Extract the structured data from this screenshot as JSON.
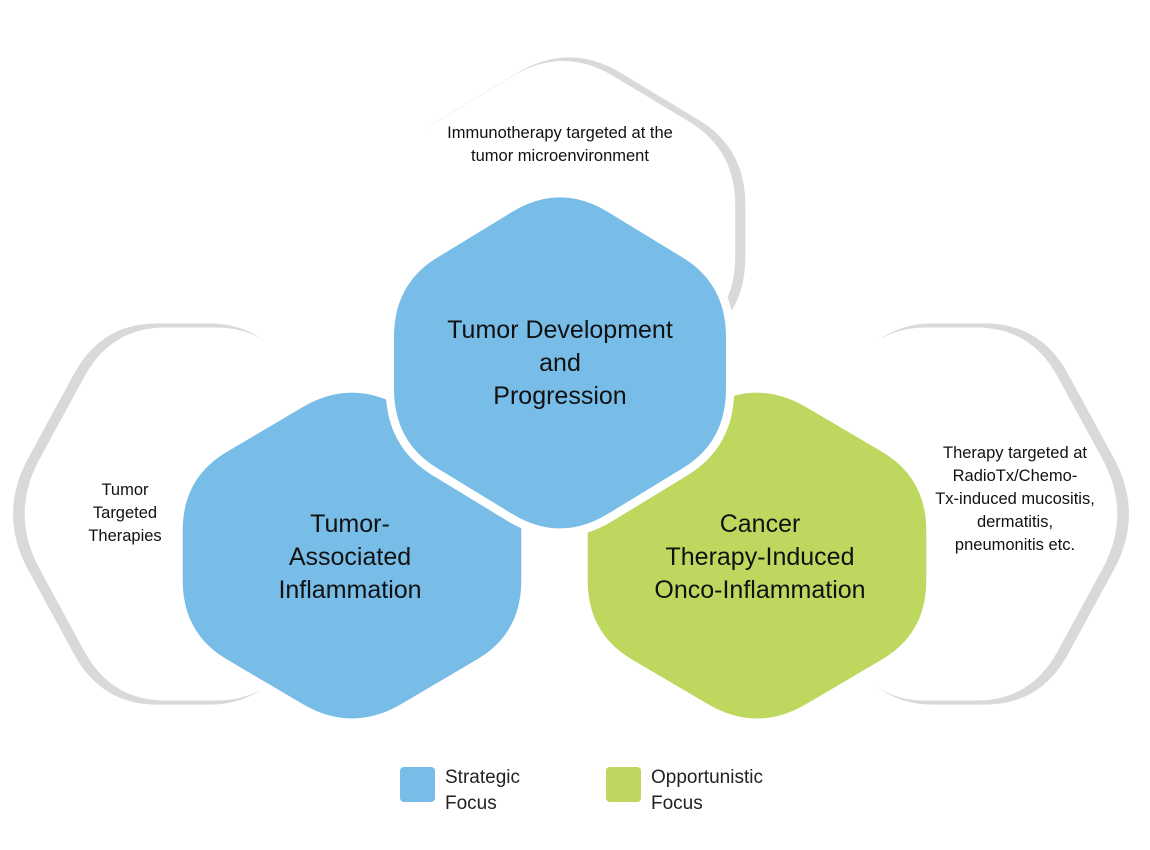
{
  "colors": {
    "strategic": "#77bde8",
    "opportunistic": "#bed75f",
    "outline_shadow": "#d9d9d9",
    "outline_white": "#ffffff"
  },
  "hexagons": [
    {
      "id": "tumor-development",
      "title_lines": [
        "Tumor Development",
        "and",
        "Progression"
      ],
      "category": "strategic"
    },
    {
      "id": "tumor-associated",
      "title_lines": [
        "Tumor-",
        "Associated",
        "Inflammation"
      ],
      "category": "strategic"
    },
    {
      "id": "cancer-therapy",
      "title_lines": [
        "Cancer",
        "Therapy-Induced",
        "Onco-Inflammation"
      ],
      "category": "opportunistic"
    }
  ],
  "notes": {
    "top": [
      "Immunotherapy targeted at the",
      "tumor microenvironment"
    ],
    "left": [
      "Tumor",
      "Targeted",
      "Therapies"
    ],
    "right": [
      "Therapy targeted at",
      "RadioTx/Chemo-",
      "Tx-induced mucositis,",
      "dermatitis,",
      "pneumonitis etc."
    ]
  },
  "legend": [
    {
      "label_lines": [
        "Strategic",
        "Focus"
      ],
      "category": "strategic"
    },
    {
      "label_lines": [
        "Opportunistic",
        "Focus"
      ],
      "category": "opportunistic"
    }
  ]
}
